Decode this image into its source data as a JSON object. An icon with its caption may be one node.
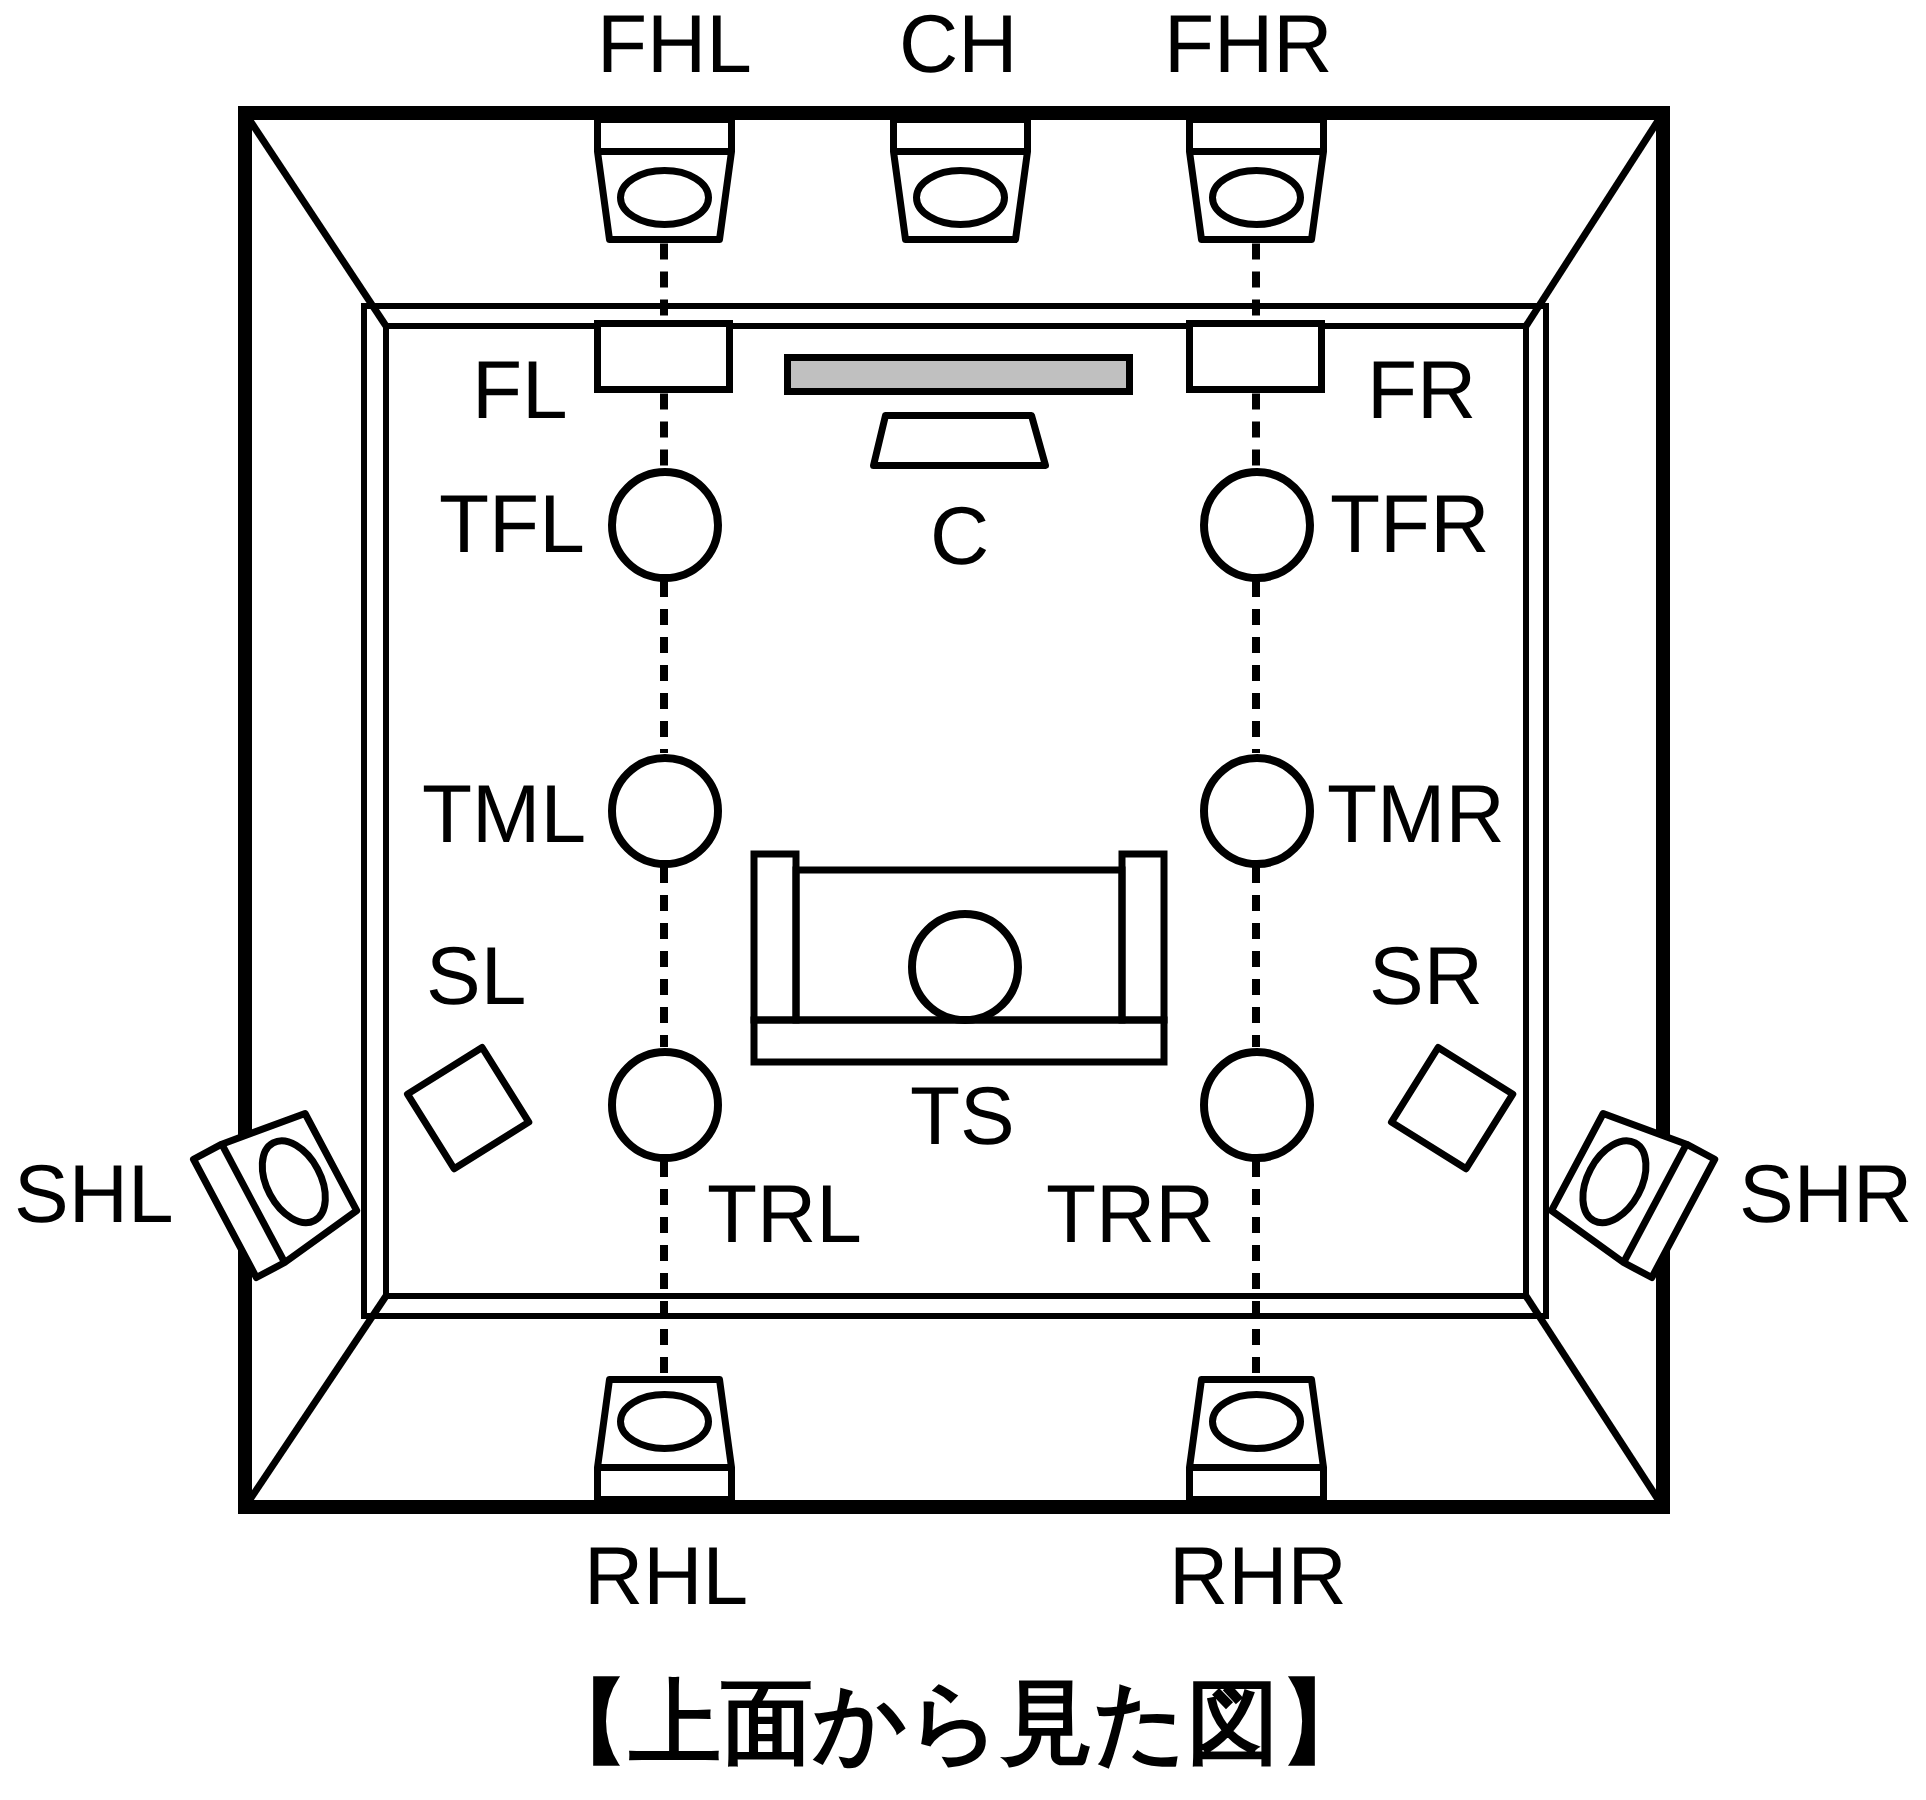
{
  "diagram": {
    "caption": "【上面から見た図】",
    "nodes": [
      {
        "text": [
          "FHL"
        ]
      },
      {
        "text": [
          "CH"
        ]
      },
      {
        "text": [
          "FHR"
        ]
      },
      {
        "text": [
          "FL"
        ]
      },
      {
        "text": [],
        "shape": "bar"
      },
      {
        "text": [
          "FR"
        ]
      },
      {
        "text": [
          "C"
        ]
      },
      {
        "text": [
          "TFL"
        ]
      },
      {
        "text": [
          "TFR"
        ]
      },
      {
        "text": [
          "TML"
        ]
      },
      {
        "text": [
          "TMR"
        ]
      },
      {
        "text": [
          "SL"
        ]
      },
      {
        "text": [
          "TS"
        ]
      },
      {
        "text": [
          "SR"
        ]
      },
      {
        "text": [
          "SHL"
        ]
      },
      {
        "text": [
          "TRL"
        ]
      },
      {
        "text": [
          "TRR"
        ]
      },
      {
        "text": [
          "SHR"
        ]
      },
      {
        "text": [
          "RHL"
        ]
      },
      {
        "text": [
          "RHR"
        ]
      }
    ],
    "edges": [
      {
        "from": 0,
        "to": 3,
        "arrow": "none",
        "style": "dashed"
      },
      {
        "from": 3,
        "to": 7,
        "arrow": "none",
        "style": "dashed"
      },
      {
        "from": 7,
        "to": 9,
        "arrow": "none",
        "style": "dashed"
      },
      {
        "from": 9,
        "to": 15,
        "arrow": "none",
        "style": "dashed"
      },
      {
        "from": 15,
        "to": 18,
        "arrow": "none",
        "style": "dashed"
      },
      {
        "from": 2,
        "to": 5,
        "arrow": "none",
        "style": "dashed"
      },
      {
        "from": 5,
        "to": 8,
        "arrow": "none",
        "style": "dashed"
      },
      {
        "from": 8,
        "to": 10,
        "arrow": "none",
        "style": "dashed"
      },
      {
        "from": 10,
        "to": 16,
        "arrow": "none",
        "style": "dashed"
      },
      {
        "from": 16,
        "to": 19,
        "arrow": "none",
        "style": "dashed"
      }
    ]
  }
}
